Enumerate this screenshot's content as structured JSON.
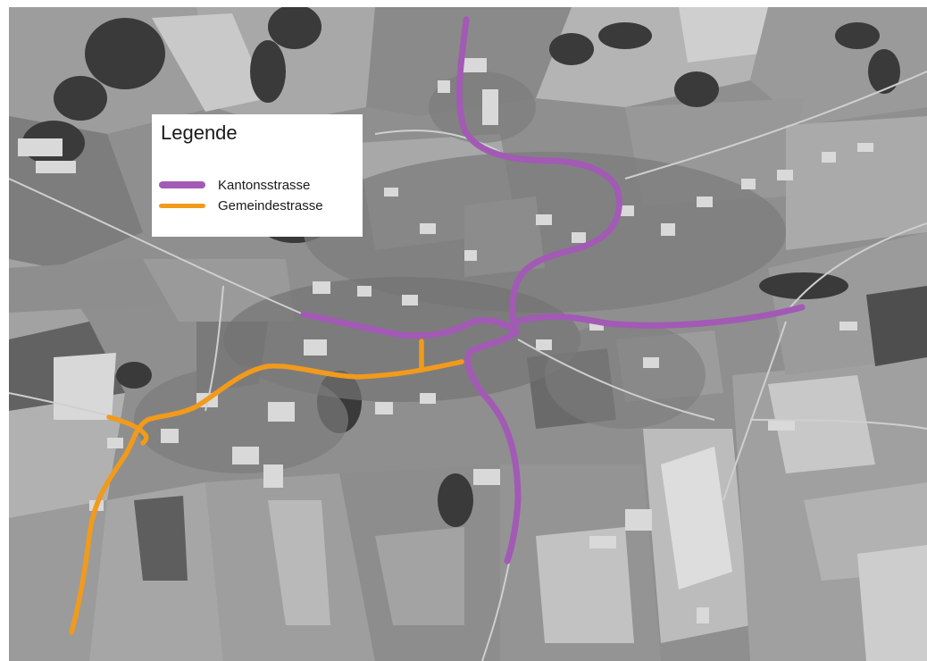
{
  "legend": {
    "title": "Legende",
    "items": [
      {
        "label": "Kantonsstrasse",
        "color": "#a25ab5",
        "icon": "line-swatch-thick"
      },
      {
        "label": "Gemeindestrasse",
        "color": "#f19a1c",
        "icon": "line-swatch"
      }
    ]
  },
  "map": {
    "basemap": "aerial-grayscale",
    "road_colors": {
      "kantonsstrasse": "#a25ab5",
      "gemeindestrasse": "#f19a1c"
    }
  }
}
